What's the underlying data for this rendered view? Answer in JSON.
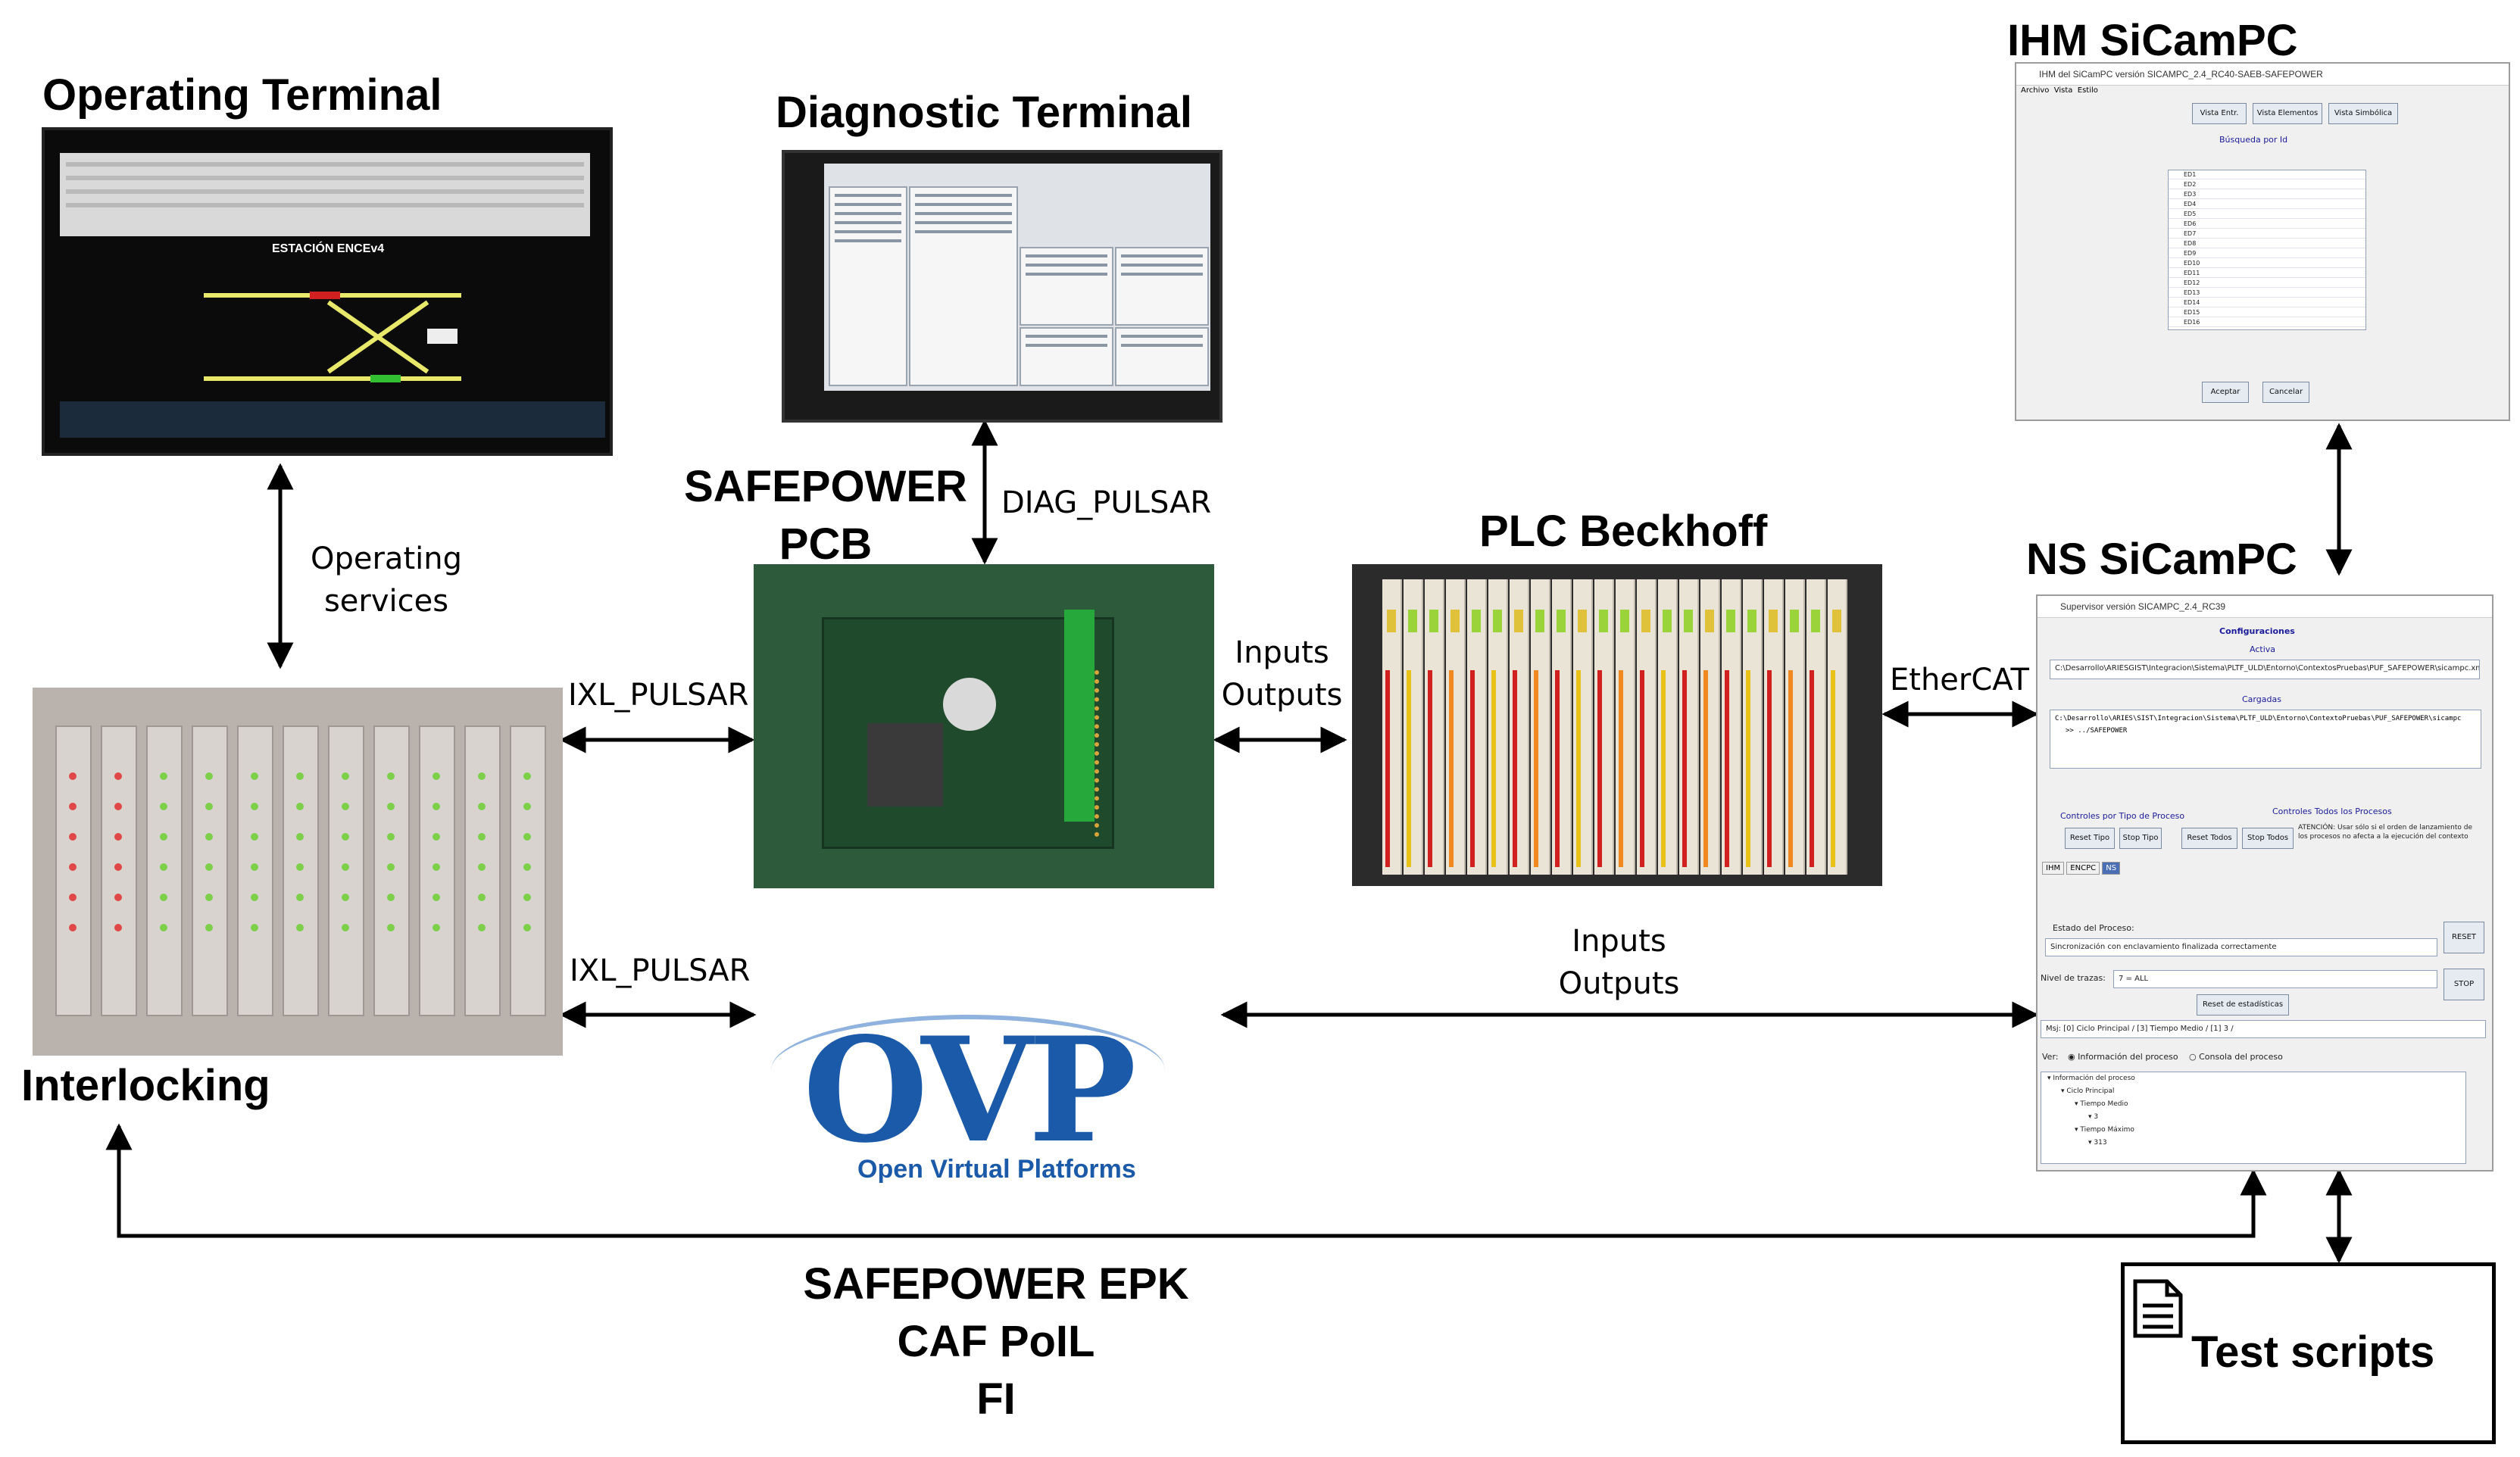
{
  "titles": {
    "operating_terminal": "Operating Terminal",
    "diagnostic_terminal": "Diagnostic Terminal",
    "ihm_sicampc": "IHM SiCamPC",
    "safepower_pcb_line1": "SAFEPOWER",
    "safepower_pcb_line2": "PCB",
    "plc_beckhoff": "PLC Beckhoff",
    "ns_sicampc": "NS SiCamPC",
    "interlocking": "Interlocking",
    "epk_line1": "SAFEPOWER EPK",
    "epk_line2": "CAF PoIL",
    "epk_line3": "FI",
    "test_scripts": "Test scripts"
  },
  "links": {
    "operating_services_line1": "Operating",
    "operating_services_line2": "services",
    "diag_pulsar": "DIAG_PULSAR",
    "ixl_pulsar_top": "IXL_PULSAR",
    "ixl_pulsar_bottom": "IXL_PULSAR",
    "io_top_line1": "Inputs",
    "io_top_line2": "Outputs",
    "io_bottom_line1": "Inputs",
    "io_bottom_line2": "Outputs",
    "ethercat": "EtherCAT"
  },
  "ovp": {
    "wordmark": "OVP",
    "tagline": "Open Virtual Platforms"
  },
  "operating_screen": {
    "station_name": "ESTACIÓN ENCEv4"
  },
  "ns_gui": {
    "window_title": "Supervisor versión SICAMPC_2.4_RC39",
    "section_configuraciones": "Configuraciones",
    "label_activa": "Activa",
    "path_activa": "C:\\Desarrollo\\ARIESGIST\\Integracion\\Sistema\\PLTF_ULD\\Entorno\\ContextosPruebas\\PUF_SAFEPOWER\\sicampc.xml",
    "label_cargadas": "Cargadas",
    "path_cargada": "C:\\Desarrollo\\ARIES\\SIST\\Integracion\\Sistema\\PLTF_ULD\\Entorno\\ContextoPruebas\\PUF_SAFEPOWER\\sicampc",
    "path_cargada2": ">> ../SAFEPOWER",
    "ctrl_tipo": "Controles por Tipo de Proceso",
    "ctrl_todos": "Controles Todos los Procesos",
    "btn_reset_tipo": "Reset Tipo",
    "btn_stop_tipo": "Stop Tipo",
    "btn_reset_todos": "Reset Todos",
    "btn_stop_todos": "Stop Todos",
    "warning": "ATENCIÓN: Usar sólo si el orden de lanzamiento de los procesos no afecta a la ejecución del contexto",
    "tab_ihm": "IHM",
    "tab_encpc": "ENCPC",
    "tab_ns": "NS",
    "estado_label": "Estado del Proceso:",
    "estado_value": "Sincronización con enclavamiento finalizada correctamente",
    "btn_reset": "RESET",
    "nivel_label": "Nivel de trazas:",
    "nivel_value": "7 = ALL",
    "btn_stop": "STOP",
    "btn_reset_estadisticas": "Reset de estadísticas",
    "msg_line": "Msj: [0] Ciclo Principal / [3] Tiempo Medio / [1] 3 /",
    "ver_label": "Ver:",
    "radio_info": "Información del proceso",
    "radio_consola": "Consola del proceso",
    "tree": [
      "Información del proceso",
      "Ciclo Principal",
      "Tiempo Medio",
      "3",
      "Tiempo Máximo",
      "313"
    ]
  },
  "ihm_gui": {
    "window_title": "IHM del SiCamPC versión SICAMPC_2.4_RC40-SAEB-SAFEPOWER",
    "menu": [
      "Archivo",
      "Vista",
      "Estilo"
    ],
    "btn_vista_entr": "Vista Entr.",
    "btn_vista_elementos": "Vista Elementos",
    "btn_vista_simbolica": "Vista Simbólica",
    "busqueda_label": "Búsqueda por Id",
    "rows": [
      "ED1",
      "ED2",
      "ED3",
      "ED4",
      "ED5",
      "ED6",
      "ED7",
      "ED8",
      "ED9",
      "ED10",
      "ED11",
      "ED12",
      "ED13",
      "ED14",
      "ED15",
      "ED16"
    ],
    "btn_aceptar": "Aceptar",
    "btn_cancelar": "Cancelar"
  },
  "colors": {
    "ovp_blue": "#1b5aa8",
    "arrow": "#000000"
  }
}
